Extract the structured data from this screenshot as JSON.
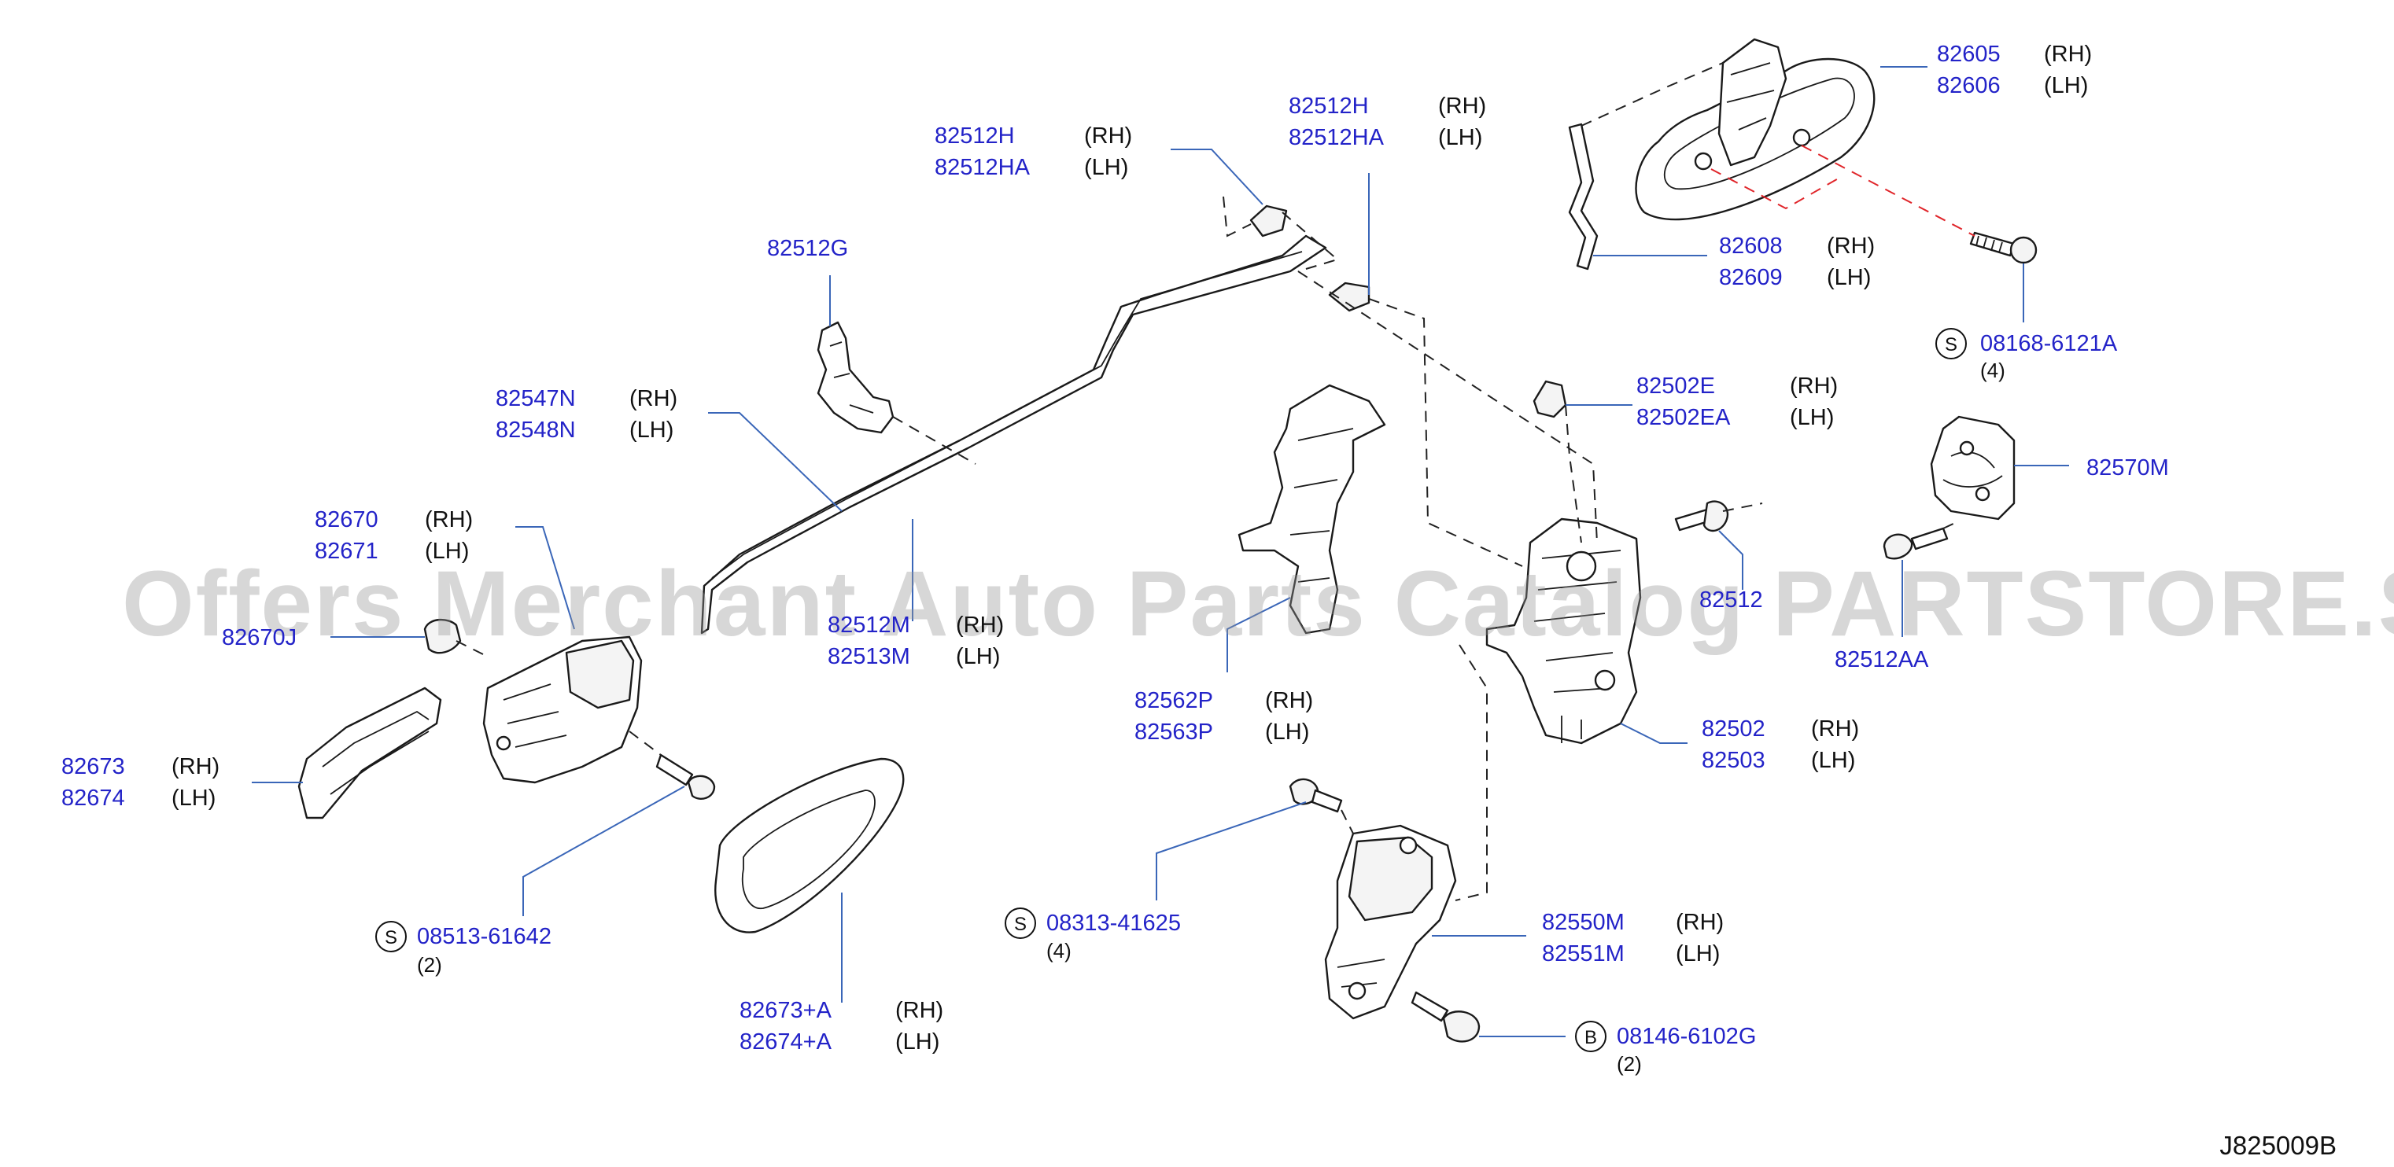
{
  "watermark": "Offers Merchant Auto Parts Catalog PARTSTORE.SA",
  "diagram_ref": "J825009B",
  "callouts": {
    "c82605": {
      "pn1": "82605",
      "s1": "(RH)",
      "pn2": "82606",
      "s2": "(LH)"
    },
    "c82608": {
      "pn1": "82608",
      "s1": "(RH)",
      "pn2": "82609",
      "s2": "(LH)"
    },
    "c08168": {
      "badge": "S",
      "pn": "08168-6121A",
      "qty": "(4)"
    },
    "c82502E": {
      "pn1": "82502E",
      "s1": "(RH)",
      "pn2": "82502EA",
      "s2": "(LH)"
    },
    "c82570M": {
      "pn": "82570M"
    },
    "c82512Hb": {
      "pn1": "82512H",
      "s1": "(RH)",
      "pn2": "82512HA",
      "s2": "(LH)"
    },
    "c82512Ha": {
      "pn1": "82512H",
      "s1": "(RH)",
      "pn2": "82512HA",
      "s2": "(LH)"
    },
    "c82512G": {
      "pn": "82512G"
    },
    "c82547N": {
      "pn1": "82547N",
      "s1": "(RH)",
      "pn2": "82548N",
      "s2": "(LH)"
    },
    "c82670": {
      "pn1": "82670",
      "s1": "(RH)",
      "pn2": "82671",
      "s2": "(LH)"
    },
    "c82670J": {
      "pn": "82670J"
    },
    "c82512M": {
      "pn1": "82512M",
      "s1": "(RH)",
      "pn2": "82513M",
      "s2": "(LH)"
    },
    "c82512": {
      "pn": "82512"
    },
    "c82512AA": {
      "pn": "82512AA"
    },
    "c82562P": {
      "pn1": "82562P",
      "s1": "(RH)",
      "pn2": "82563P",
      "s2": "(LH)"
    },
    "c82502": {
      "pn1": "82502",
      "s1": "(RH)",
      "pn2": "82503",
      "s2": "(LH)"
    },
    "c82673": {
      "pn1": "82673",
      "s1": "(RH)",
      "pn2": "82674",
      "s2": "(LH)"
    },
    "c08513": {
      "badge": "S",
      "pn": "08513-61642",
      "qty": "(2)"
    },
    "c08313": {
      "badge": "S",
      "pn": "08313-41625",
      "qty": "(4)"
    },
    "c82550M": {
      "pn1": "82550M",
      "s1": "(RH)",
      "pn2": "82551M",
      "s2": "(LH)"
    },
    "c82673A": {
      "pn1": "82673+A",
      "s1": "(RH)",
      "pn2": "82674+A",
      "s2": "(LH)"
    },
    "c08146": {
      "badge": "B",
      "pn": "08146-6102G",
      "qty": "(2)"
    }
  }
}
